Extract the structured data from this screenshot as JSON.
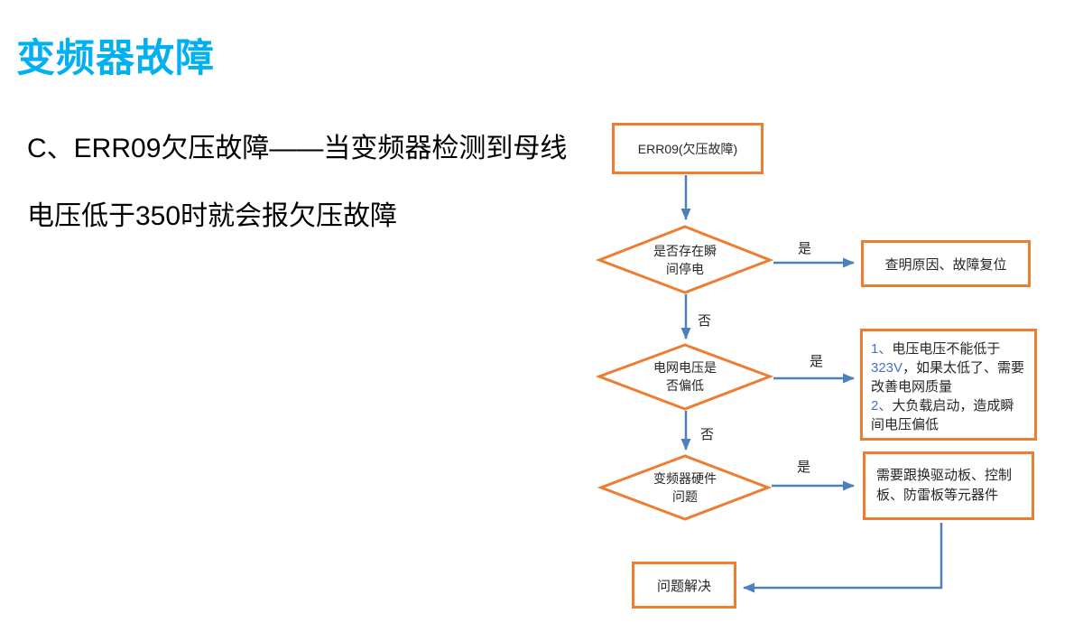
{
  "title": "变频器故障",
  "intro": {
    "line1": "C、ERR09欠压故障——当变频器检测到母线",
    "line2": "电压低于350时就会报欠压故障"
  },
  "colors": {
    "title": "#00B0F0",
    "shape_border": "#ED7D31",
    "connector": "#4E80BC",
    "highlight": "#4472C4",
    "text": "#262626",
    "background": "#FFFFFF"
  },
  "flow": {
    "start": "ERR09(欠压故障)",
    "decision1": "是否存在瞬\n间停电",
    "action1": "查明原因、故障复位",
    "decision2": "电网电压是\n否偏低",
    "action2": {
      "num1": "1、",
      "text1": "电压电压不能低于",
      "highlight": "323V",
      "text2": "，如果太低了、需要改善电网质量",
      "num2": "2、",
      "text3": "大负载启动，造成瞬间电压偏低"
    },
    "decision3": "变频器硬件\n问题",
    "action3": "需要跟换驱动板、控制板、防雷板等元器件",
    "end": "问题解决",
    "labels": {
      "yes1": "是",
      "no1": "否",
      "yes2": "是",
      "no2": "否",
      "yes3": "是"
    }
  }
}
